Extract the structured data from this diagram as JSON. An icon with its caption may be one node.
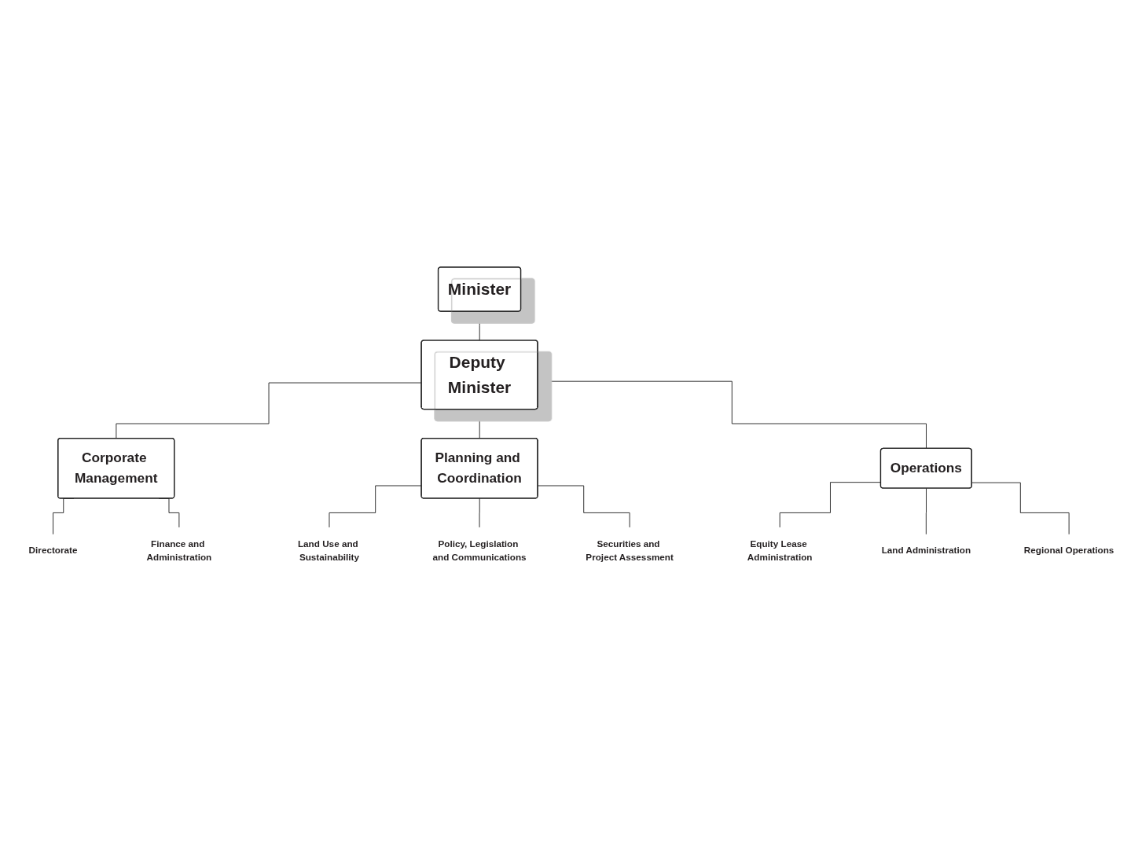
{
  "diagram": {
    "nodes": [
      {
        "text": [
          "Minister"
        ]
      },
      {
        "text": [
          "Deputy Minister"
        ]
      },
      {
        "text": [
          "Corporate Management"
        ]
      },
      {
        "text": [
          "Planning and Coordination"
        ]
      },
      {
        "text": [
          "Operations"
        ]
      },
      {
        "text": [
          "Directorate"
        ]
      },
      {
        "text": [
          "Finance and Administration"
        ]
      },
      {
        "text": [
          "Land Use and Sustainability"
        ]
      },
      {
        "text": [
          "Policy, Legislation and Communications"
        ]
      },
      {
        "text": [
          "Securities and Project Assessment"
        ]
      },
      {
        "text": [
          "Equity Lease Administration"
        ]
      },
      {
        "text": [
          "Land Administration"
        ]
      },
      {
        "text": [
          "Regional Operations"
        ]
      }
    ],
    "edges": [
      {
        "from": 0,
        "to": 1,
        "arrow": "none"
      },
      {
        "from": 1,
        "to": 2,
        "arrow": "none"
      },
      {
        "from": 1,
        "to": 3,
        "arrow": "none"
      },
      {
        "from": 1,
        "to": 4,
        "arrow": "none"
      },
      {
        "from": 2,
        "to": 5,
        "arrow": "none"
      },
      {
        "from": 2,
        "to": 6,
        "arrow": "none"
      },
      {
        "from": 3,
        "to": 7,
        "arrow": "none"
      },
      {
        "from": 3,
        "to": 8,
        "arrow": "none"
      },
      {
        "from": 3,
        "to": 9,
        "arrow": "none"
      },
      {
        "from": 4,
        "to": 10,
        "arrow": "none"
      },
      {
        "from": 4,
        "to": 11,
        "arrow": "none"
      },
      {
        "from": 4,
        "to": 12,
        "arrow": "none"
      }
    ]
  }
}
